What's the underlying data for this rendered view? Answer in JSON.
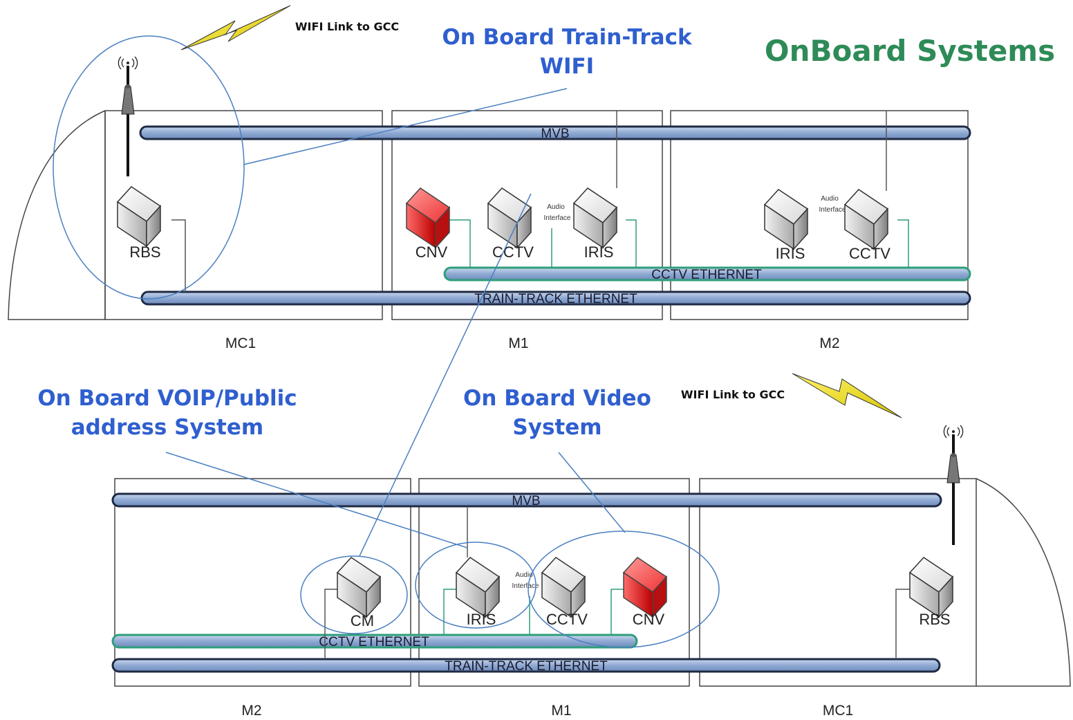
{
  "title": "OnBoard Systems",
  "colors": {
    "callout": "#2f5fcf",
    "title": "#2e8b57",
    "bus_fill": "#9bb4d8",
    "bus_stroke": "#1f2a44",
    "cctv_stroke": "#2e9e7a",
    "cnv_red": "#e01f1f"
  },
  "callouts": {
    "train_track_wifi": [
      "On Board Train-Track",
      "WIFI"
    ],
    "voip": [
      "On Board VOIP/Public",
      "address  System"
    ],
    "video": [
      "On Board Video",
      "System"
    ]
  },
  "wifi_link": "WIFI Link to GCC",
  "audio_interface": [
    "Audio",
    "Interface"
  ],
  "top_train": {
    "cars": [
      "MC1",
      "M1",
      "M2"
    ],
    "buses": {
      "mvb": "MVB",
      "cctv": "CCTV ETHERNET",
      "tt": "TRAIN-TRACK ETHERNET"
    },
    "devices": [
      "RBS",
      "CNV",
      "CCTV",
      "IRIS",
      "IRIS",
      "CCTV"
    ]
  },
  "bottom_train": {
    "cars": [
      "M2",
      "M1",
      "MC1"
    ],
    "buses": {
      "mvb": "MVB",
      "cctv": "CCTV ETHERNET",
      "tt": "TRAIN-TRACK ETHERNET"
    },
    "devices": [
      "CM",
      "IRIS",
      "CCTV",
      "CNV",
      "RBS"
    ]
  }
}
